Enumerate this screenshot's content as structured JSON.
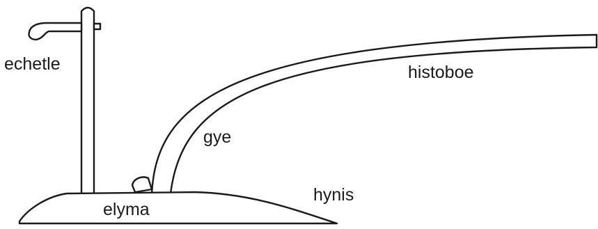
{
  "diagram": {
    "labels": {
      "handle": "echetle",
      "pole": "histoboe",
      "beam": "gye",
      "share": "hynis",
      "sole": "elyma"
    }
  },
  "colors": {
    "stroke": "#1a1a1a",
    "background": "#ffffff"
  }
}
